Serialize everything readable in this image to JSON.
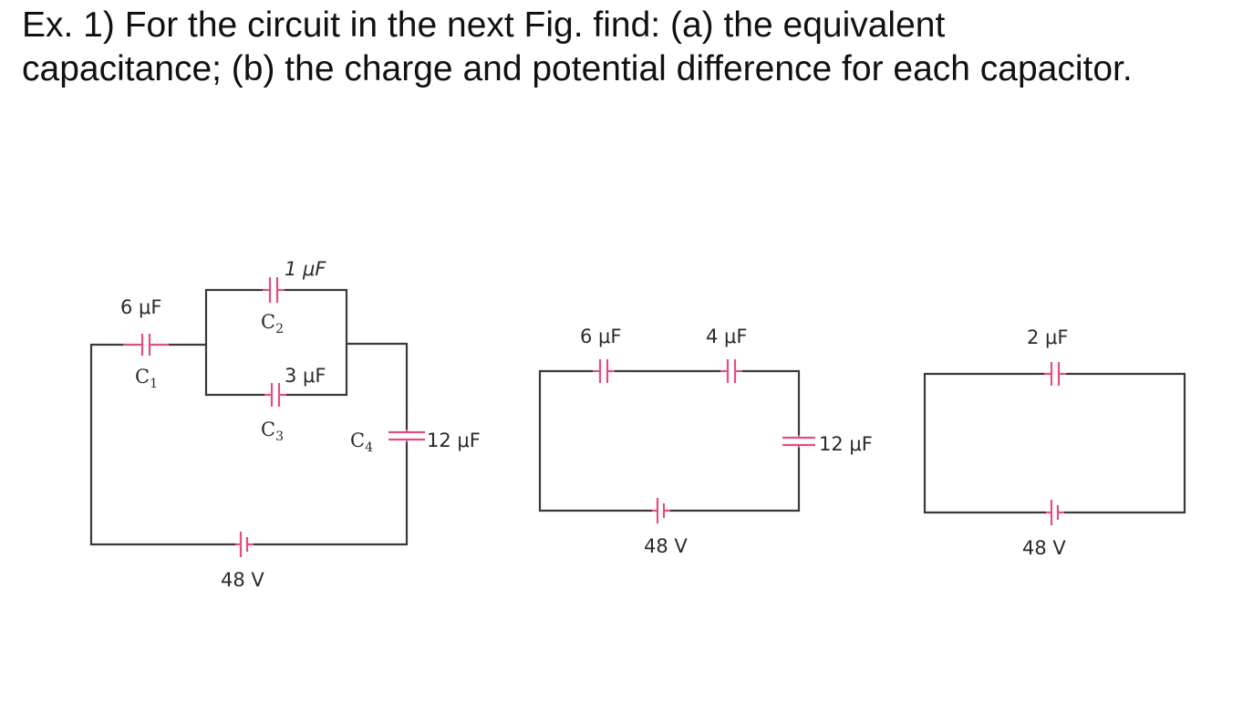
{
  "question": {
    "line1": "Ex. 1) For the circuit in the next Fig. find: (a) the equivalent",
    "line2": "capacitance; (b) the charge and potential difference for each capacitor."
  },
  "circuit_a": {
    "c1_value": "6 μF",
    "c1_name": "C",
    "c1_sub": "1",
    "c2_value": "1 μF",
    "c2_name": "C",
    "c2_sub": "2",
    "c3_value": "3 μF",
    "c3_name": "C",
    "c3_sub": "3",
    "c4_value": "12 μF",
    "c4_name": "C",
    "c4_sub": "4",
    "battery": "48 V"
  },
  "circuit_b": {
    "left_cap": "6 μF",
    "right_cap": "4 μF",
    "parallel_cap": "12 μF",
    "battery": "48 V"
  },
  "circuit_c": {
    "cap": "2 μF",
    "battery": "48 V"
  },
  "colors": {
    "wire": "#3a3a3a",
    "component": "#e24d86"
  }
}
